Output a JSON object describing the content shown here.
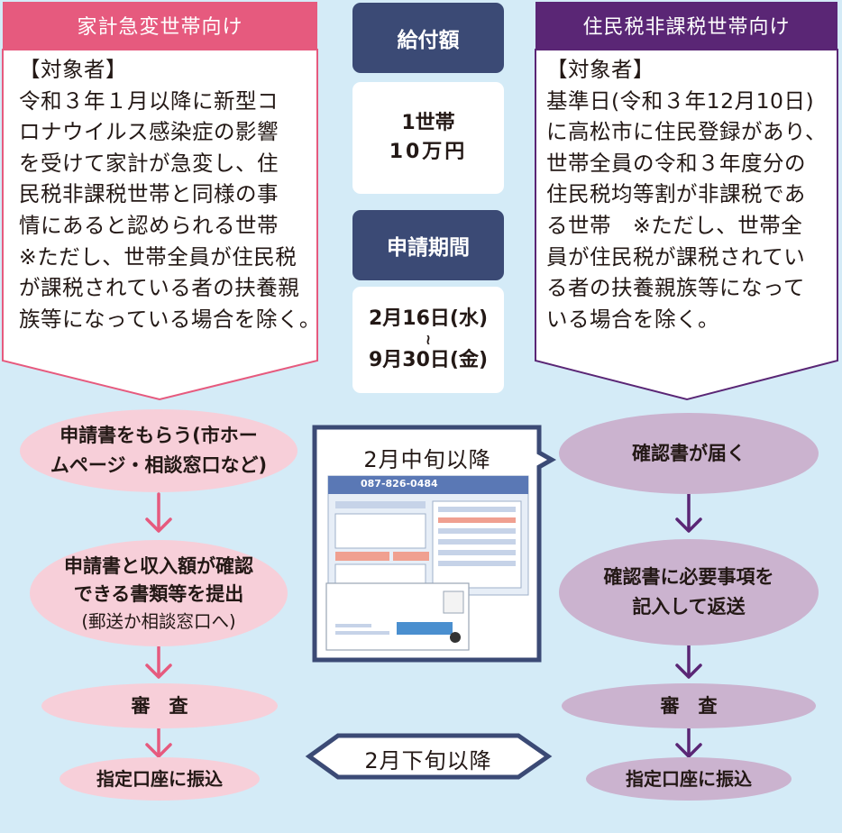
{
  "left_panel": {
    "header": "家計急変世帯向け",
    "body": "【対象者】\n令和３年１月以降に新型コ\nロナウイルス感染症の影響\nを受けて家計が急変し、住\n民税非課税世帯と同様の事\n情にあると認められる世帯\n※ただし、世帯全員が住民税\nが課税されている者の扶養親\n族等になっている場合を除く。",
    "header_color": "#e65a7e"
  },
  "right_panel": {
    "header": "住民税非課税世帯向け",
    "body": "【対象者】\n基準日(令和３年12月10日)\nに高松市に住民登録があり、\n世帯全員の令和３年度分の\n住民税均等割が非課税であ\nる世帯　※ただし、世帯全\n員が住民税が課税されてい\nる者の扶養親族等になって\nいる場合を除く。",
    "header_color": "#5a2675"
  },
  "center": {
    "amount_label": "給付額",
    "amount_line1": "1世帯",
    "amount_line2": "10万円",
    "period_label": "申請期間",
    "period_start": "2月16日(水)",
    "period_sep": "≀",
    "period_end": "9月30日(金)"
  },
  "left_flow": {
    "step1": "申請書をもらう(市ホー\nムページ・相談窓口など)",
    "step2_line1": "申請書と収入額が確認",
    "step2_line2": "できる書類等を提出",
    "step2_note": "(郵送か相談窓口へ)",
    "step3": "審　査",
    "step4": "指定口座に振込"
  },
  "right_flow": {
    "step1": "確認書が届く",
    "step2": "確認書に必要事項を\n記入して返送",
    "step3": "審　査",
    "step4": "指定口座に振込"
  },
  "callout_top": "2月中旬以降",
  "callout_bottom": "2月下旬以降",
  "thumbnail": {
    "phone": "087-826-0484"
  },
  "colors": {
    "background": "#d4ebf7",
    "navy": "#3b4a75",
    "pink_fill": "#f7cfd9",
    "pink_arrow": "#e65a7e",
    "purple_fill": "#cbb3cf",
    "purple_arrow": "#5a2675"
  }
}
